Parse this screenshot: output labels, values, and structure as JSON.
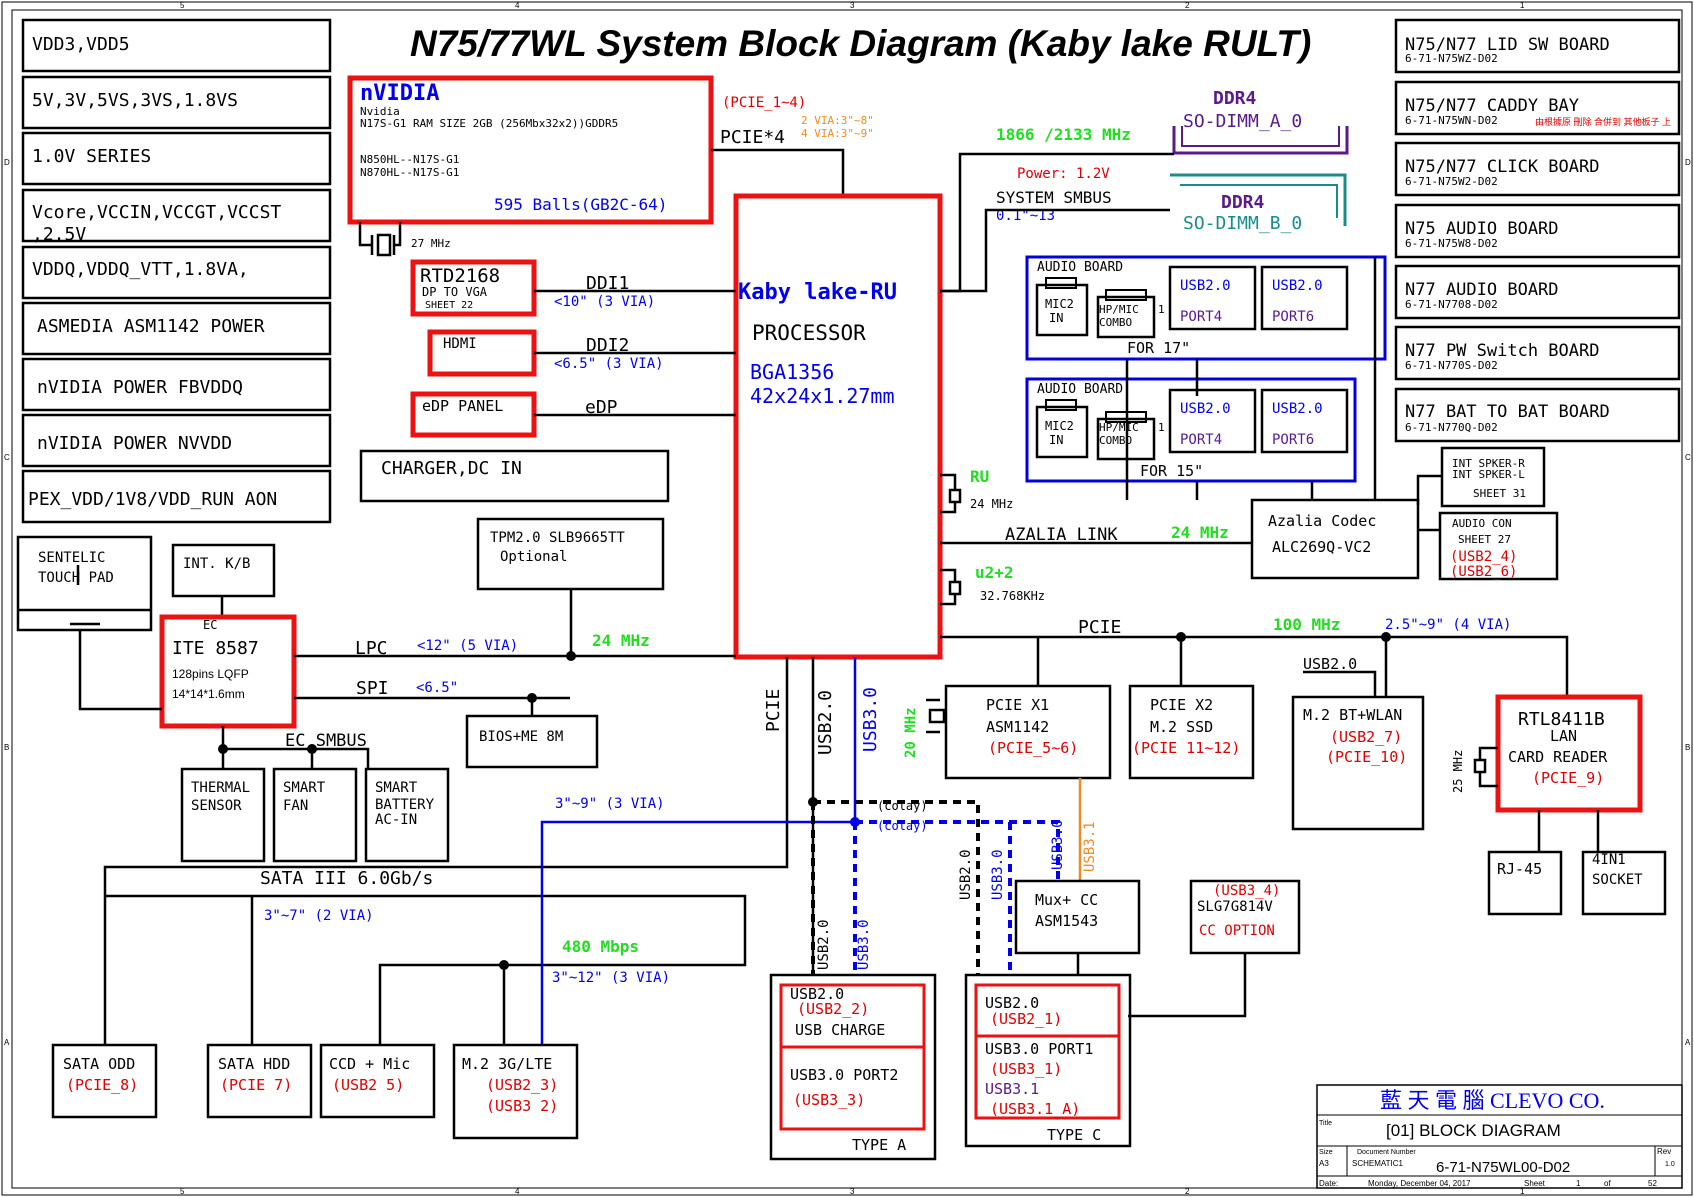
{
  "title": "N75/77WL System Block Diagram (Kaby lake RULT)",
  "left_list": [
    "VDD3,VDD5",
    "5V,3V,5VS,3VS,1.8VS",
    "1.0V  SERIES",
    "Vcore,VCCIN,VCCGT,VCCST",
    ",2.5V",
    "VDDQ,VDDQ_VTT,1.8VA,",
    "ASMEDIA  ASM1142  POWER",
    "nVIDIA  POWER  FBVDDQ",
    "nVIDIA  POWER  NVVDD",
    "PEX_VDD/1V8/VDD_RUN AON"
  ],
  "right_list": [
    {
      "name": "N75/N77  LID  SW  BOARD",
      "code": "6-71-N75WZ-D02"
    },
    {
      "name": "N75/N77  CADDY  BAY",
      "code": "6-71-N75WN-D02",
      "extra": "由根據原 刪除 合併到 其他板子 上"
    },
    {
      "name": "N75/N77  CLICK  BOARD",
      "code": "6-71-N75W2-D02"
    },
    {
      "name": "N75  AUDIO  BOARD",
      "code": "6-71-N75W8-D02"
    },
    {
      "name": "N77  AUDIO  BOARD",
      "code": "6-71-N7708-D02"
    },
    {
      "name": "N77  PW  Switch  BOARD",
      "code": "6-71-N770S-D02"
    },
    {
      "name": "N77  BAT  TO  BAT  BOARD",
      "code": "6-71-N770Q-D02"
    }
  ],
  "gpu": {
    "brand": "nVIDIA",
    "l1": "Nvidia",
    "l2": "N17S-G1  RAM  SIZE  2GB  (256Mbx32x2))GDDR5",
    "l3": "N850HL--N17S-G1",
    "l4": "N870HL--N17S-G1",
    "balls": "595  Balls(GB2C-64)",
    "clk": "27  MHz",
    "pcie_note": "(PCIE_1~4)",
    "via1": "2  VIA:3\"~8\"",
    "via2": "4  VIA:3\"~9\"",
    "bus": "PCIE*4"
  },
  "cpu": {
    "name": "Kaby  lake-RU",
    "proc": "PROCESSOR",
    "pkg": "BGA1356",
    "size": "42x24x1.27mm"
  },
  "ddr": {
    "a_title": "DDR4",
    "a_name": "SO-DIMM_A_0",
    "b_title": "DDR4",
    "b_name": "SO-DIMM_B_0",
    "freq": "1866  /2133  MHz",
    "power": "Power:  1.2V",
    "smbus": "SYSTEM  SMBUS",
    "smbus_len": "0.1\"~13"
  },
  "display": {
    "rtd": "RTD2168",
    "rtd_sub": "DP  TO  VGA",
    "rtd_sheet": "SHEET  22",
    "ddi1": "DDI1",
    "ddi1_len": "<10\"  (3  VIA)",
    "hdmi": "HDMI",
    "ddi2": "DDI2",
    "ddi2_len": "<6.5\"  (3  VIA)",
    "edp_panel": "eDP  PANEL",
    "edp": "eDP"
  },
  "charger": "CHARGER,DC  IN",
  "tpm": {
    "l1": "TPM2.0  SLB9665TT",
    "l2": "Optional"
  },
  "audio17": {
    "hdr": "AUDIO  BOARD",
    "mic": "MIC2",
    "in": "IN",
    "hp": "HP/MIC",
    "combo": "COMBO",
    "one": "1",
    "usb_a": "USB2.0",
    "port_a": "PORT4",
    "usb_b": "USB2.0",
    "port_b": "PORT6",
    "for": "FOR  17\""
  },
  "audio15": {
    "hdr": "AUDIO  BOARD",
    "mic": "MIC2",
    "in": "IN",
    "hp": "HP/MIC",
    "combo": "COMBO",
    "one": "1",
    "usb_a": "USB2.0",
    "port_a": "PORT4",
    "usb_b": "USB2.0",
    "port_b": "PORT6",
    "for": "FOR  15\""
  },
  "spk": {
    "r": "INT  SPKER-R",
    "l": "INT  SPKER-L",
    "sheet": "SHEET  31"
  },
  "codec": {
    "l1": "Azalia  Codec",
    "l2": "ALC269Q-VC2",
    "link": "AZALIA  LINK",
    "freq": "24  MHz"
  },
  "audio_con": {
    "l1": "AUDIO  CON",
    "l2": "SHEET  27",
    "u1": "(USB2_4)",
    "u2": "(USB2_6)"
  },
  "clocks": {
    "ru": "RU",
    "f24": "24  MHz",
    "u22": "u2+2",
    "f32": "32.768KHz"
  },
  "touchpad": {
    "l1": "SENTELIC",
    "l2": "TOUCH  PAD"
  },
  "kb": "INT.  K/B",
  "ec": {
    "lbl": "EC",
    "name": "ITE  8587",
    "pins": "128pins  LQFP",
    "size": "14*14*1.6mm",
    "lpc": "LPC",
    "lpc_len": "<12\"  (5  VIA)",
    "lpc_freq": "24  MHz",
    "spi": "SPI",
    "spi_len": "<6.5\"",
    "bios": "BIOS+ME  8M",
    "smbus": "EC  SMBUS"
  },
  "thermal": [
    "THERMAL",
    "SENSOR"
  ],
  "fan": [
    "SMART",
    "FAN"
  ],
  "battery": [
    "SMART",
    "BATTERY",
    "AC-IN"
  ],
  "pcie_bus": {
    "label": "PCIE",
    "freq": "100  MHz",
    "len": "2.5\"~9\"  (4  VIA)"
  },
  "vert": {
    "pcie": "PCIE",
    "usb2": "USB2.0",
    "usb3": "USB3.0",
    "f20": "20  MHz"
  },
  "asm1142": {
    "l1": "PCIE  X1",
    "l2": "ASM1142",
    "l3": "(PCIE_5~6)"
  },
  "ssd": {
    "l1": "PCIE  X2",
    "l2": "M.2  SSD",
    "l3": "(PCIE  11~12)"
  },
  "wlan": {
    "usb": "USB2.0",
    "l1": "M.2  BT+WLAN",
    "l2": "(USB2_7)",
    "l3": "(PCIE_10)"
  },
  "lan": {
    "l1": "RTL8411B",
    "l2": "LAN",
    "l3": "CARD  READER",
    "l4": "(PCIE_9)",
    "clk": "25  MHz"
  },
  "rj45": "RJ-45",
  "socket": [
    "4IN1",
    "SOCKET"
  ],
  "sata": {
    "bus": "SATA  III  6.0Gb/s",
    "len": "3\"~7\"  (2  VIA)"
  },
  "usb_notes": {
    "len1": "3\"~9\"  (3  VIA)",
    "colay1": "(colay)",
    "colay2": "(colay)",
    "mbps": "480  Mbps",
    "len2": "3\"~12\"  (3  VIA)"
  },
  "mux": {
    "l1": "Mux+  CC",
    "l2": "ASM1543",
    "usb20": "USB2.0",
    "usb30a": "USB3.0",
    "usb30b": "USB3.0",
    "usb31": "USB3.1"
  },
  "slg": {
    "l1": "(USB3_4)",
    "l2": "SLG7G814V",
    "l3": "CC  OPTION"
  },
  "odd": [
    "SATA  ODD",
    "(PCIE_8)"
  ],
  "hdd": [
    "SATA  HDD",
    "(PCIE  7)"
  ],
  "ccd": [
    "CCD  +  Mic",
    "(USB2  5)"
  ],
  "lte": [
    "M.2  3G/LTE",
    "(USB2_3)",
    "(USB3  2)"
  ],
  "typea": {
    "usb2": "USB2.0",
    "p22": "(USB2_2)",
    "charge": "USB  CHARGE",
    "usb3": "USB3.0  PORT2",
    "p33": "(USB3_3)",
    "title": "TYPE  A",
    "v2": "USB2.0",
    "v3": "USB3.0"
  },
  "typec": {
    "usb2": "USB2.0",
    "p21": "(USB2_1)",
    "usb3": "USB3.0  PORT1",
    "p31": "(USB3_1)",
    "usb31": "USB3.1",
    "p31a": "(USB3.1_A)",
    "title": "TYPE  C",
    "v2": "USB2.0",
    "v3": "USB3.0"
  },
  "titleblock": {
    "company": "藍  天  電  腦   CLEVO  CO.",
    "t_lbl": "Title",
    "title": "[01] BLOCK DIAGRAM",
    "size_lbl": "Size",
    "size": "A3",
    "doc_lbl": "Document  Number",
    "doc": "SCHEMATIC1",
    "docnum": "6-71-N75WL00-D02",
    "rev_lbl": "Rev",
    "rev": "1.0",
    "date_lbl": "Date:",
    "date": "Monday, December 04, 2017",
    "sheet_lbl": "Sheet",
    "sheet": "1",
    "of": "of",
    "total": "52"
  },
  "border": {
    "top": [
      "5",
      "4",
      "3",
      "2",
      "1"
    ],
    "side": [
      "D",
      "C",
      "B",
      "A"
    ]
  }
}
